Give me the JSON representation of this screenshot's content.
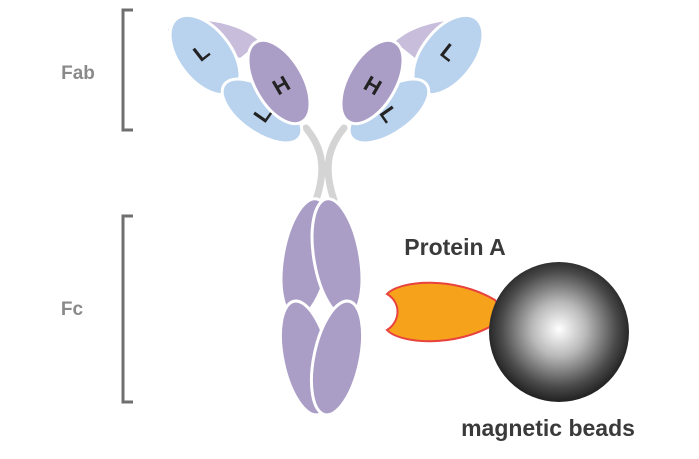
{
  "labels": {
    "fab": "Fab",
    "fc": "Fc",
    "protein_a": "Protein A",
    "magnetic_beads": "magnetic beads"
  },
  "chain_letters": {
    "left_light_outer": "L",
    "left_heavy": "H",
    "left_light_inner": "L",
    "right_heavy": "H",
    "right_light_inner": "L",
    "right_light_outer": "L"
  },
  "colors": {
    "heavy_chain": "#aa9dc6",
    "heavy_chain_light": "#c8bedb",
    "light_chain": "#b9d3ee",
    "protein_a_fill": "#f7a21b",
    "protein_a_outline": "#e8423f",
    "hinge": "#d4d4d4",
    "bracket": "#6f6f6f",
    "label_gray": "#8a8a8a",
    "label_dark": "#3a3a3a"
  }
}
